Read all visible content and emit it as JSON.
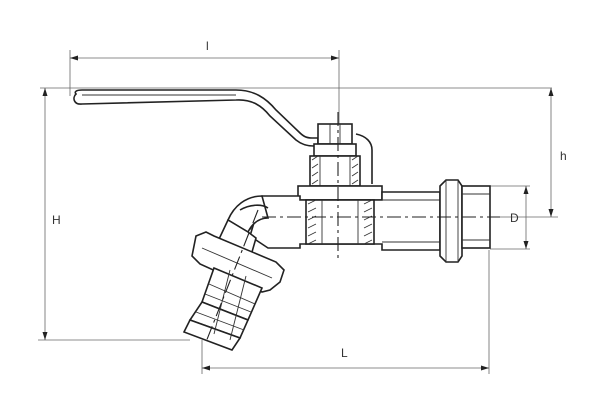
{
  "diagram": {
    "labels": {
      "lever_length": "l",
      "handle_height": "h",
      "total_height": "H",
      "outlet_diameter": "D",
      "total_length": "L"
    },
    "colors": {
      "line": "#222222",
      "dimension": "#666666",
      "background": "#ffffff"
    }
  }
}
